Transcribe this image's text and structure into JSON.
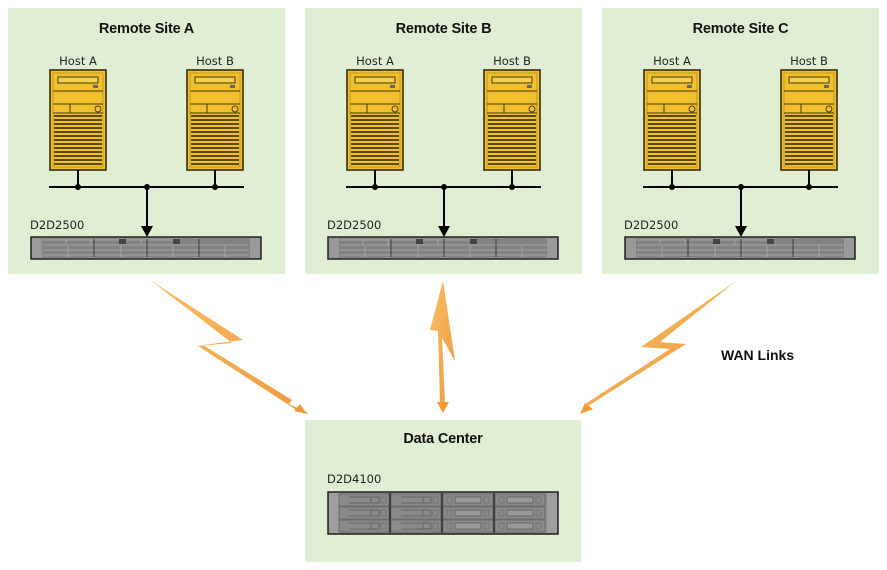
{
  "diagram": {
    "remote_sites": [
      {
        "title": "Remote Site A",
        "hosts": [
          {
            "label": "Host A"
          },
          {
            "label": "Host B"
          }
        ],
        "appliance": {
          "label": "D2D2500"
        }
      },
      {
        "title": "Remote Site B",
        "hosts": [
          {
            "label": "Host A"
          },
          {
            "label": "Host B"
          }
        ],
        "appliance": {
          "label": "D2D2500"
        }
      },
      {
        "title": "Remote Site C",
        "hosts": [
          {
            "label": "Host A"
          },
          {
            "label": "Host B"
          }
        ],
        "appliance": {
          "label": "D2D2500"
        }
      }
    ],
    "data_center": {
      "title": "Data Center",
      "appliance": {
        "label": "D2D4100"
      }
    },
    "wan_label": "WAN Links",
    "colors": {
      "panel_bg": "#e0efd4",
      "server_yellow": "#f0c030",
      "server_outline": "#2a2200",
      "appliance_gray": "#8a8a8a",
      "bolt_orange": "#f2a84a"
    }
  }
}
